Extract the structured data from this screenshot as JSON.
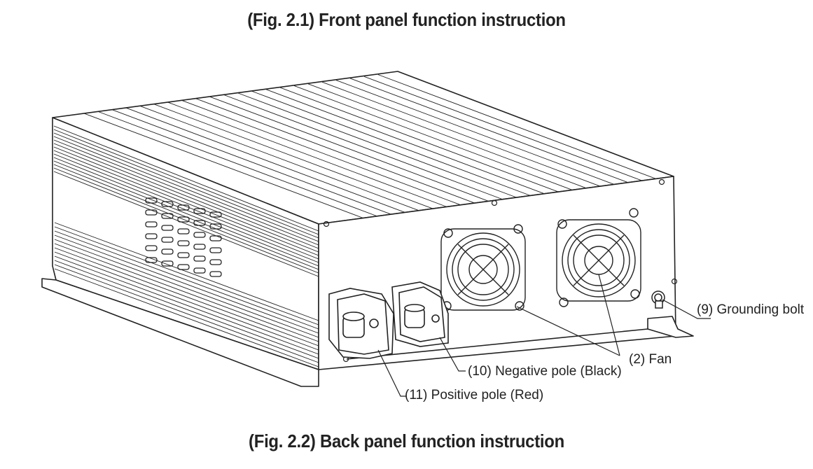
{
  "figure_top": {
    "title": "(Fig. 2.1) Front panel function instruction"
  },
  "figure_bottom": {
    "title": "(Fig. 2.2) Back panel function instruction"
  },
  "callouts": {
    "grounding_bolt": "(9) Grounding bolt",
    "fan": "(2) Fan",
    "negative_pole": "(10) Negative pole (Black)",
    "positive_pole": "(11) Positive pole (Red)"
  },
  "colors": {
    "line": "#222222",
    "background": "#ffffff"
  },
  "icons": [
    "fan-icon",
    "terminal-icon",
    "grounding-bolt-icon",
    "screw-icon",
    "vent-slot-icon"
  ]
}
